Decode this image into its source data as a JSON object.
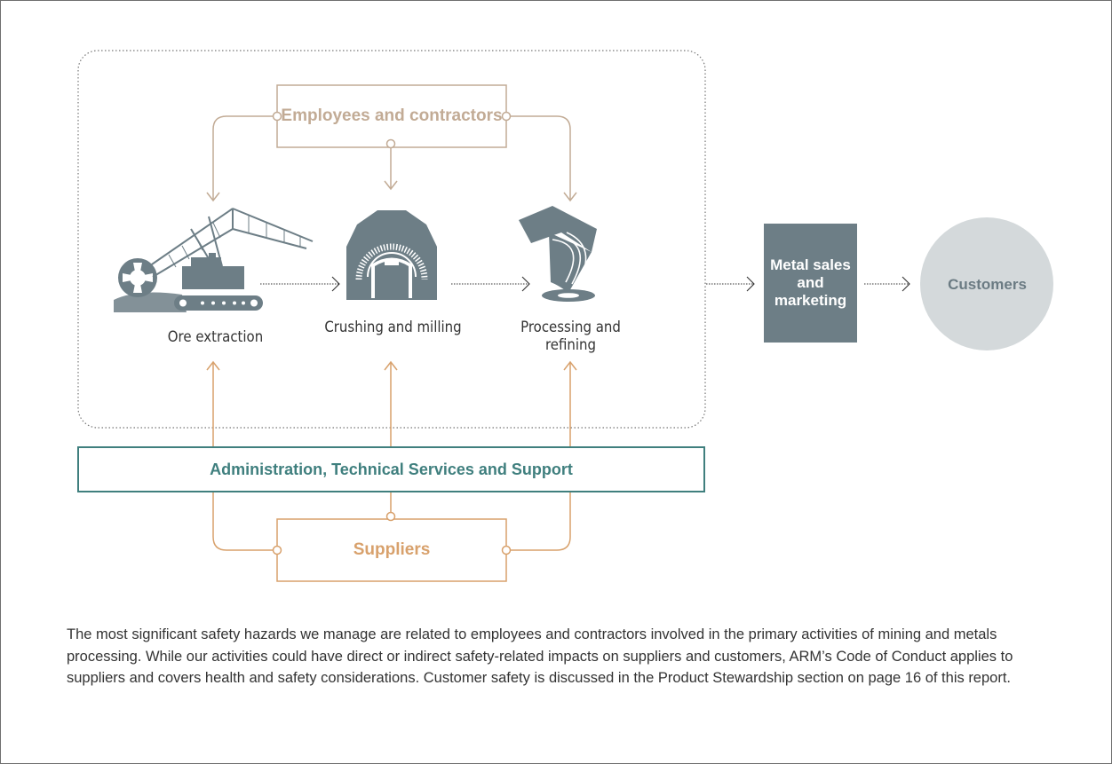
{
  "diagram": {
    "employees_label": "Employees and contractors",
    "admin_label": "Administration, Technical Services and Support",
    "suppliers_label": "Suppliers",
    "metal_label": "Metal sales and marketing",
    "customers_label": "Customers",
    "stages": [
      {
        "label": "Ore extraction",
        "icon": "bucket-wheel-excavator-icon"
      },
      {
        "label": "Crushing and milling",
        "icon": "crushing-mill-icon"
      },
      {
        "label": "Processing and refining",
        "icon": "processing-chute-icon"
      }
    ]
  },
  "caption": "The most significant safety hazards we manage are related to employees and contractors involved in the primary activities of mining and metals processing. While our activities could have direct or indirect safety-related impacts on suppliers and customers, ARM’s Code of Conduct applies to suppliers and covers health and safety considerations. Customer safety is discussed in the Product Stewardship section on page 16 of this report.",
  "colors": {
    "employees": "#c2ab95",
    "suppliers": "#d8a16c",
    "admin": "#3f7f7e",
    "icon": "#6d7e86",
    "metal_box": "#6d7e86",
    "customers_circle": "#d4d9db"
  }
}
